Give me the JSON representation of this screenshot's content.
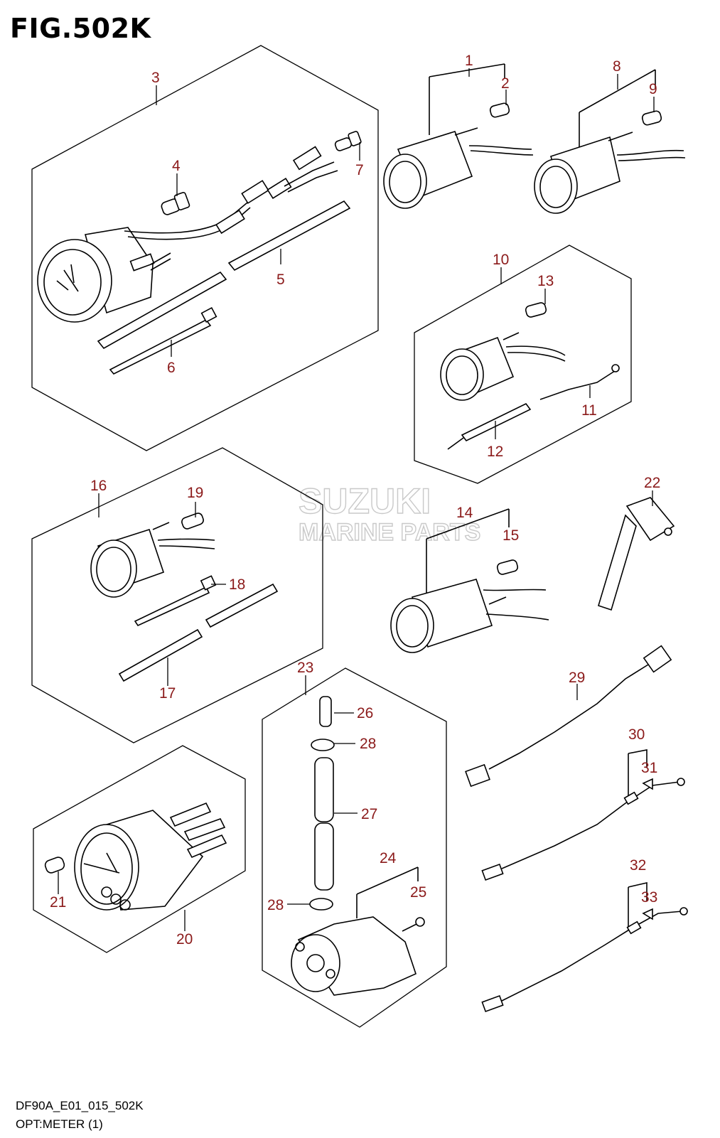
{
  "figure": {
    "title": "FIG.502K",
    "code": "DF90A_E01_015_502K",
    "caption": "OPT:METER (1)"
  },
  "watermark": {
    "brand": "SUZUKI",
    "sub": "MARINE PARTS"
  },
  "callouts": [
    "1",
    "2",
    "3",
    "4",
    "5",
    "6",
    "7",
    "8",
    "9",
    "10",
    "11",
    "12",
    "13",
    "14",
    "15",
    "16",
    "17",
    "18",
    "19",
    "20",
    "21",
    "22",
    "23",
    "24",
    "25",
    "26",
    "27",
    "28",
    "28",
    "29",
    "30",
    "31",
    "32",
    "33"
  ],
  "colors": {
    "callout": "#8b1a1a",
    "lines": "#000000"
  }
}
